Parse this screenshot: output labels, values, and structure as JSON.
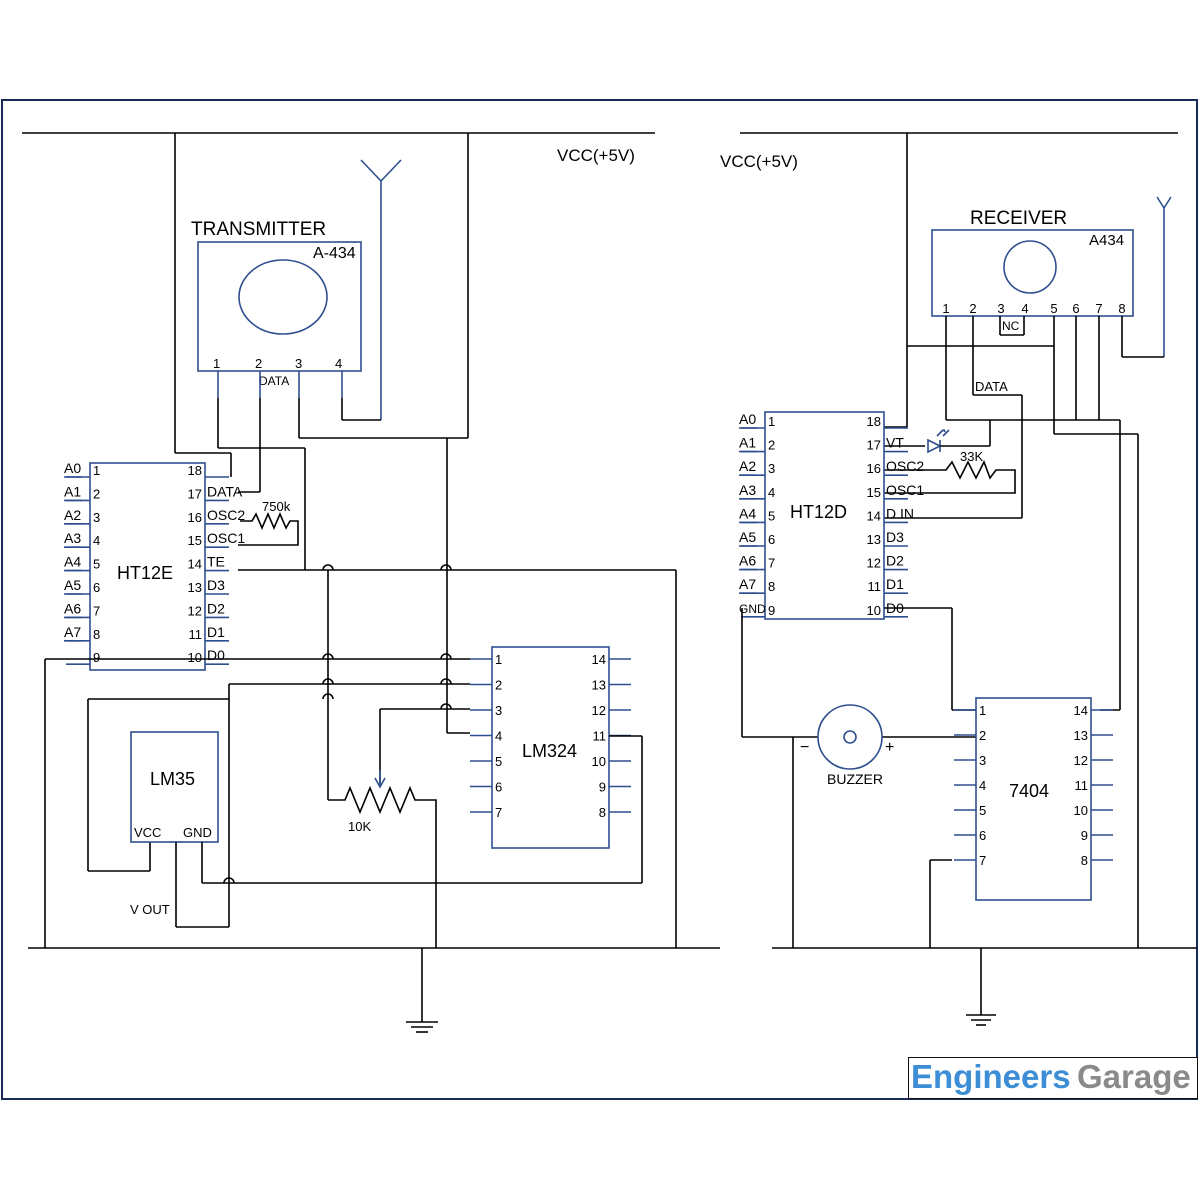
{
  "diagram": {
    "transmitter": {
      "vcc_label": "VCC(+5V)",
      "module_title": "TRANSMITTER",
      "module_part": "A-434",
      "module_pins": [
        "1",
        "2",
        "3",
        "4"
      ],
      "data_label": "DATA",
      "encoder": {
        "name": "HT12E",
        "left_pins": [
          {
            "label": "A0",
            "num": "1"
          },
          {
            "label": "A1",
            "num": "2"
          },
          {
            "label": "A2",
            "num": "3"
          },
          {
            "label": "A3",
            "num": "4"
          },
          {
            "label": "A4",
            "num": "5"
          },
          {
            "label": "A5",
            "num": "6"
          },
          {
            "label": "A6",
            "num": "7"
          },
          {
            "label": "A7",
            "num": "8"
          },
          {
            "label": "",
            "num": "9"
          }
        ],
        "right_pins": [
          {
            "label": "",
            "num": "18"
          },
          {
            "label": "DATA",
            "num": "17"
          },
          {
            "label": "OSC2",
            "num": "16"
          },
          {
            "label": "OSC1",
            "num": "15"
          },
          {
            "label": "TE",
            "num": "14"
          },
          {
            "label": "D3",
            "num": "13"
          },
          {
            "label": "D2",
            "num": "12"
          },
          {
            "label": "D1",
            "num": "11"
          },
          {
            "label": "D0",
            "num": "10"
          }
        ]
      },
      "osc_resistor": "750k",
      "sensor": {
        "name": "LM35",
        "vcc": "VCC",
        "gnd": "GND",
        "vout": "V OUT"
      },
      "pot": "10K",
      "opamp": {
        "name": "LM324",
        "left_pins": [
          "1",
          "2",
          "3",
          "4",
          "5",
          "6",
          "7"
        ],
        "right_pins": [
          "14",
          "13",
          "12",
          "11",
          "10",
          "9",
          "8"
        ]
      }
    },
    "receiver": {
      "vcc_label": "VCC(+5V)",
      "module_title": "RECEIVER",
      "module_part": "A434",
      "module_pins": [
        "1",
        "2",
        "3",
        "4",
        "5",
        "6",
        "7",
        "8"
      ],
      "nc_label": "NC",
      "data_label": "DATA",
      "decoder": {
        "name": "HT12D",
        "left_pins": [
          {
            "label": "A0",
            "num": "1"
          },
          {
            "label": "A1",
            "num": "2"
          },
          {
            "label": "A2",
            "num": "3"
          },
          {
            "label": "A3",
            "num": "4"
          },
          {
            "label": "A4",
            "num": "5"
          },
          {
            "label": "A5",
            "num": "6"
          },
          {
            "label": "A6",
            "num": "7"
          },
          {
            "label": "A7",
            "num": "8"
          },
          {
            "label": "GND",
            "num": "9"
          }
        ],
        "right_pins": [
          {
            "label": "",
            "num": "18"
          },
          {
            "label": "VT",
            "num": "17"
          },
          {
            "label": "OSC2",
            "num": "16"
          },
          {
            "label": "OSC1",
            "num": "15"
          },
          {
            "label": "D IN",
            "num": "14"
          },
          {
            "label": "D3",
            "num": "13"
          },
          {
            "label": "D2",
            "num": "12"
          },
          {
            "label": "D1",
            "num": "11"
          },
          {
            "label": "D0",
            "num": "10"
          }
        ]
      },
      "osc_resistor": "33K",
      "buzzer": {
        "name": "BUZZER",
        "minus": "−",
        "plus": "+"
      },
      "inverter": {
        "name": "7404",
        "left_pins": [
          "1",
          "2",
          "3",
          "4",
          "5",
          "6",
          "7"
        ],
        "right_pins": [
          "14",
          "13",
          "12",
          "11",
          "10",
          "9",
          "8"
        ]
      }
    },
    "brand": {
      "part1": "Engineers",
      "part2": "Garage",
      "color1": "#3d8ed6",
      "color2": "#8a8a8a"
    }
  }
}
